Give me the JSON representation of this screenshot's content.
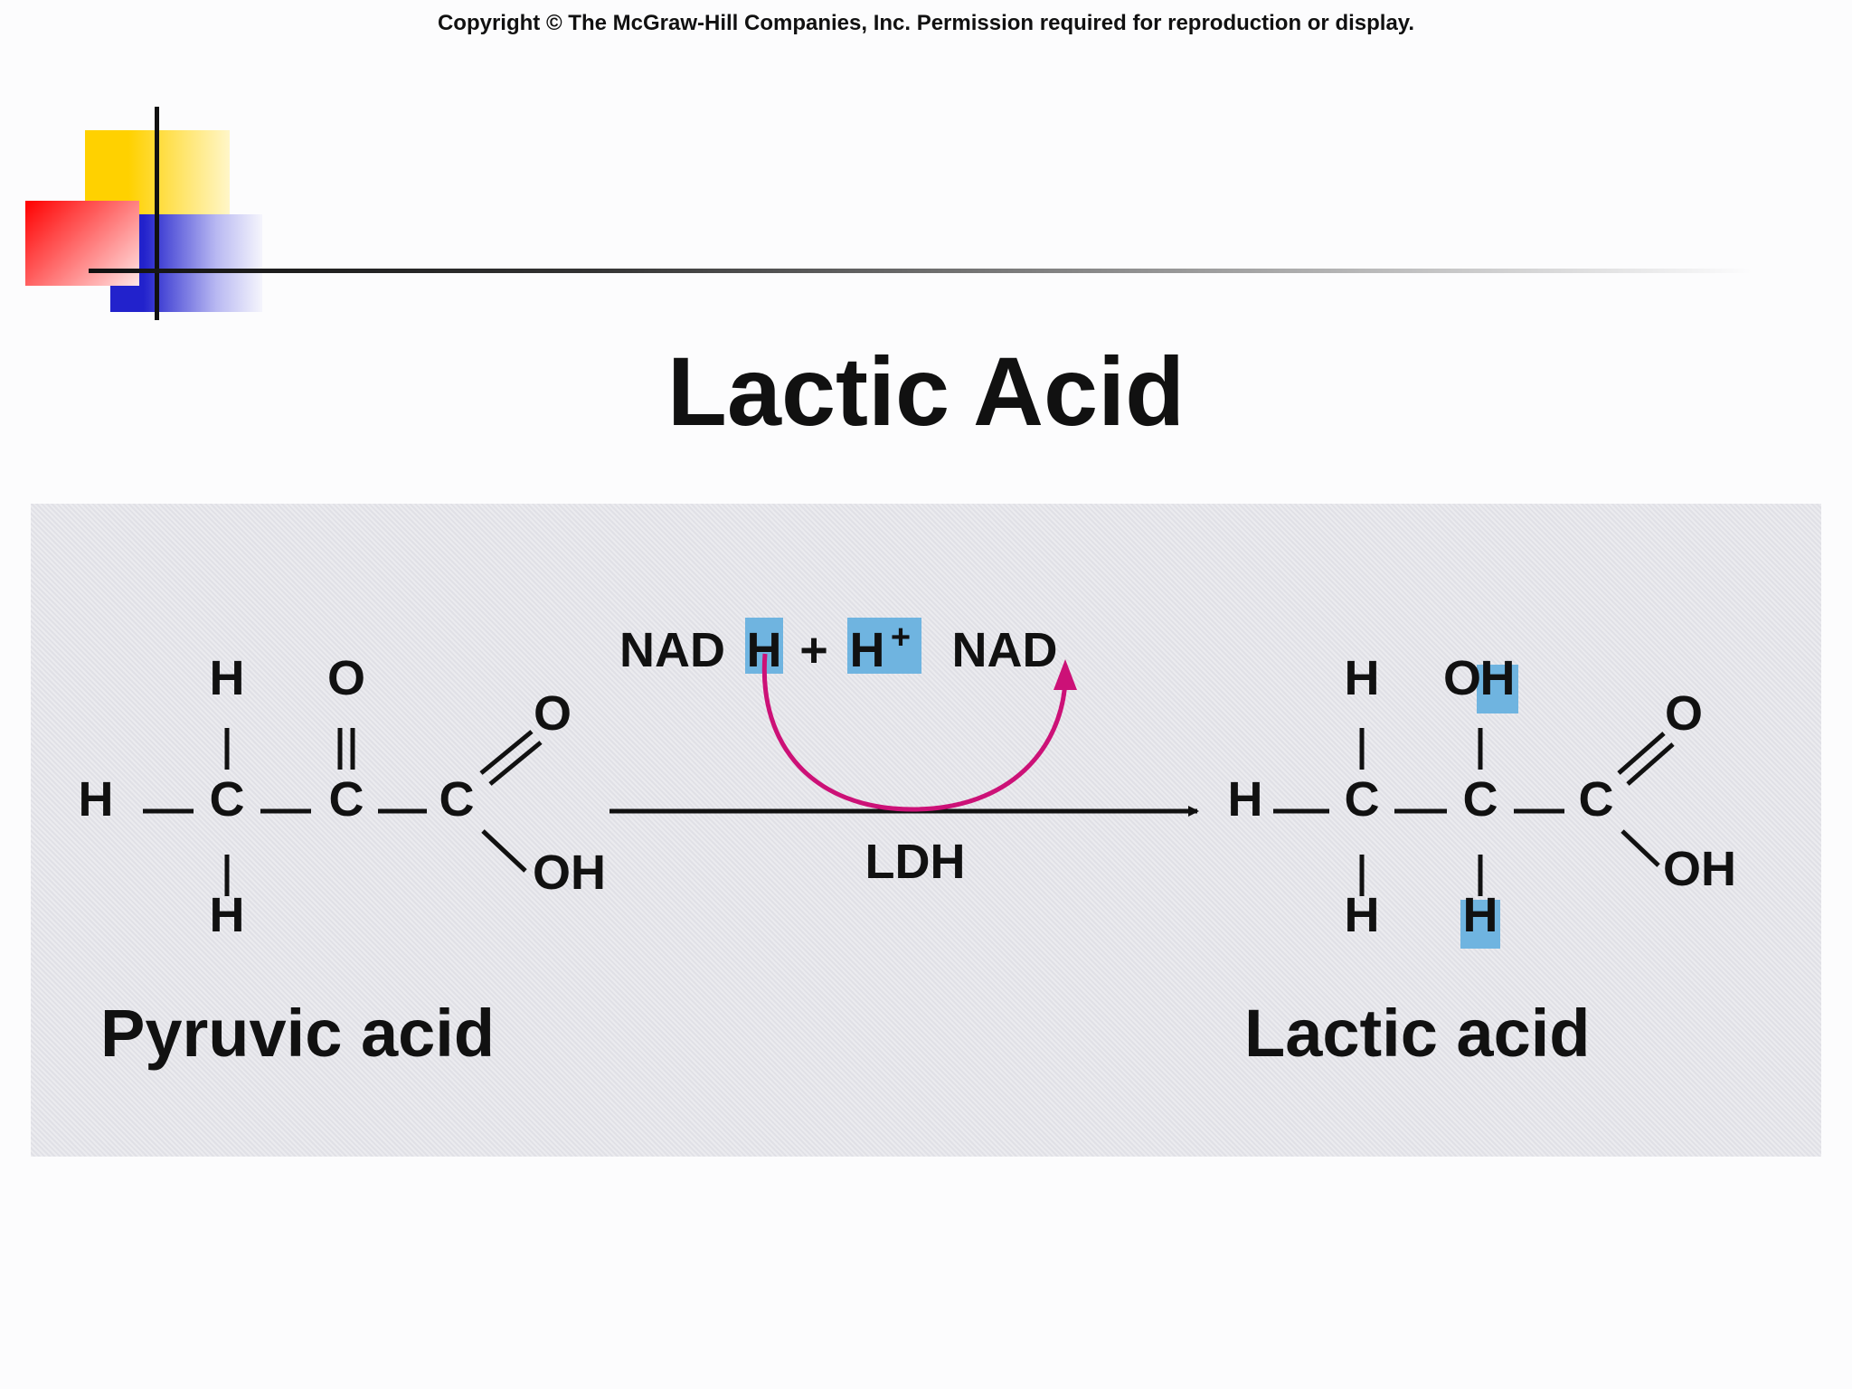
{
  "copyright": "Copyright © The McGraw-Hill Companies, Inc. Permission required for reproduction or display.",
  "title": "Lactic Acid",
  "reaction": {
    "cofactor_in": {
      "nad": "NAD",
      "h1": "H",
      "plus": "+",
      "h2": "H",
      "sup": "+"
    },
    "cofactor_out": "NAD",
    "enzyme": "LDH"
  },
  "pyruvic": {
    "name": "Pyruvic acid",
    "atoms": {
      "h_top": "H",
      "o_top": "O",
      "h_left": "H",
      "c1": "C",
      "c2": "C",
      "c3": "C",
      "h_bottom": "H",
      "o_right": "O",
      "oh": "OH"
    }
  },
  "lactic": {
    "name": "Lactic acid",
    "atoms": {
      "h_top": "H",
      "o_top": "O",
      "h_on_o": "H",
      "h_left": "H",
      "c1": "C",
      "c2": "C",
      "c3": "C",
      "h_bottom": "H",
      "h_new": "H",
      "o_right": "O",
      "oh": "OH"
    }
  },
  "colors": {
    "highlight": "#6fb4e0",
    "curved_arrow": "#cc1177",
    "panel": "#e0e0e6"
  }
}
